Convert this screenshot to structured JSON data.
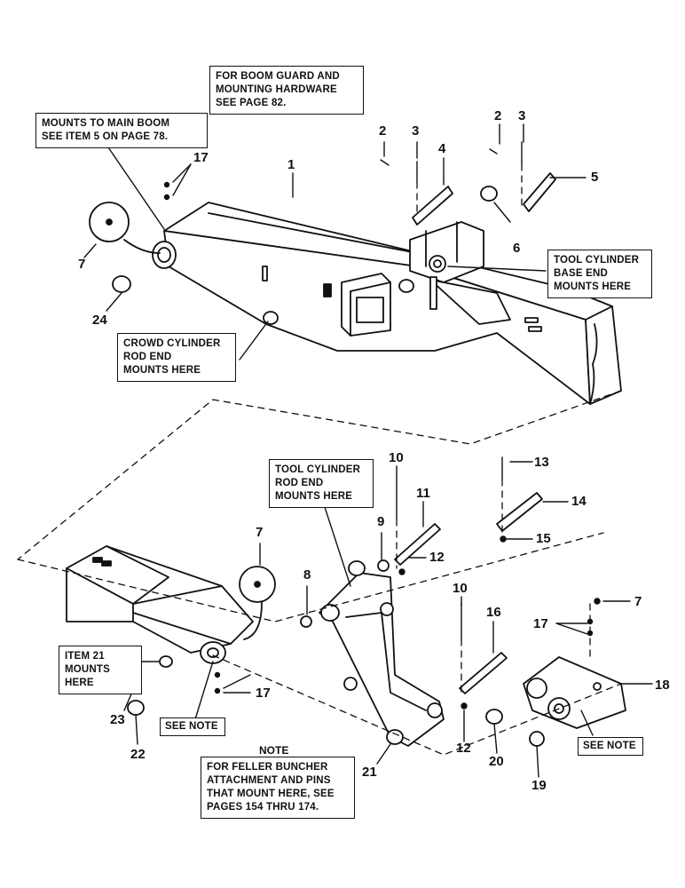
{
  "callouts": {
    "boom_guard": "FOR BOOM GUARD AND\nMOUNTING HARDWARE\nSEE PAGE 82.",
    "mounts_main_boom": "MOUNTS TO MAIN BOOM\nSEE ITEM 5 ON PAGE 78.",
    "tool_cyl_base": "TOOL CYLINDER\nBASE END\nMOUNTS HERE",
    "crowd_cyl": "CROWD CYLINDER\nROD END\nMOUNTS HERE",
    "tool_cyl_rod": "TOOL CYLINDER\nROD END\nMOUNTS HERE",
    "item21": "ITEM 21\nMOUNTS HERE",
    "see_note_left": "SEE NOTE",
    "see_note_right": "SEE NOTE",
    "note_title": "NOTE",
    "note_body": "FOR FELLER BUNCHER\nATTACHMENT AND PINS\nTHAT MOUNT HERE, SEE\nPAGES 154 THRU 174."
  },
  "part_numbers": {
    "n1": "1",
    "n2a": "2",
    "n3a": "3",
    "n4": "4",
    "n2b": "2",
    "n3b": "3",
    "n5": "5",
    "n6": "6",
    "n7a": "7",
    "n17a": "17",
    "n24": "24",
    "n10a": "10",
    "n11": "11",
    "n13": "13",
    "n14": "14",
    "n15": "15",
    "n9": "9",
    "n12a": "12",
    "n7b": "7",
    "n8": "8",
    "n10b": "10",
    "n16": "16",
    "n17b": "17",
    "n7c": "7",
    "n18": "18",
    "n17c": "17",
    "n23": "23",
    "n22": "22",
    "n21": "21",
    "n12b": "12",
    "n20": "20",
    "n19": "19"
  }
}
